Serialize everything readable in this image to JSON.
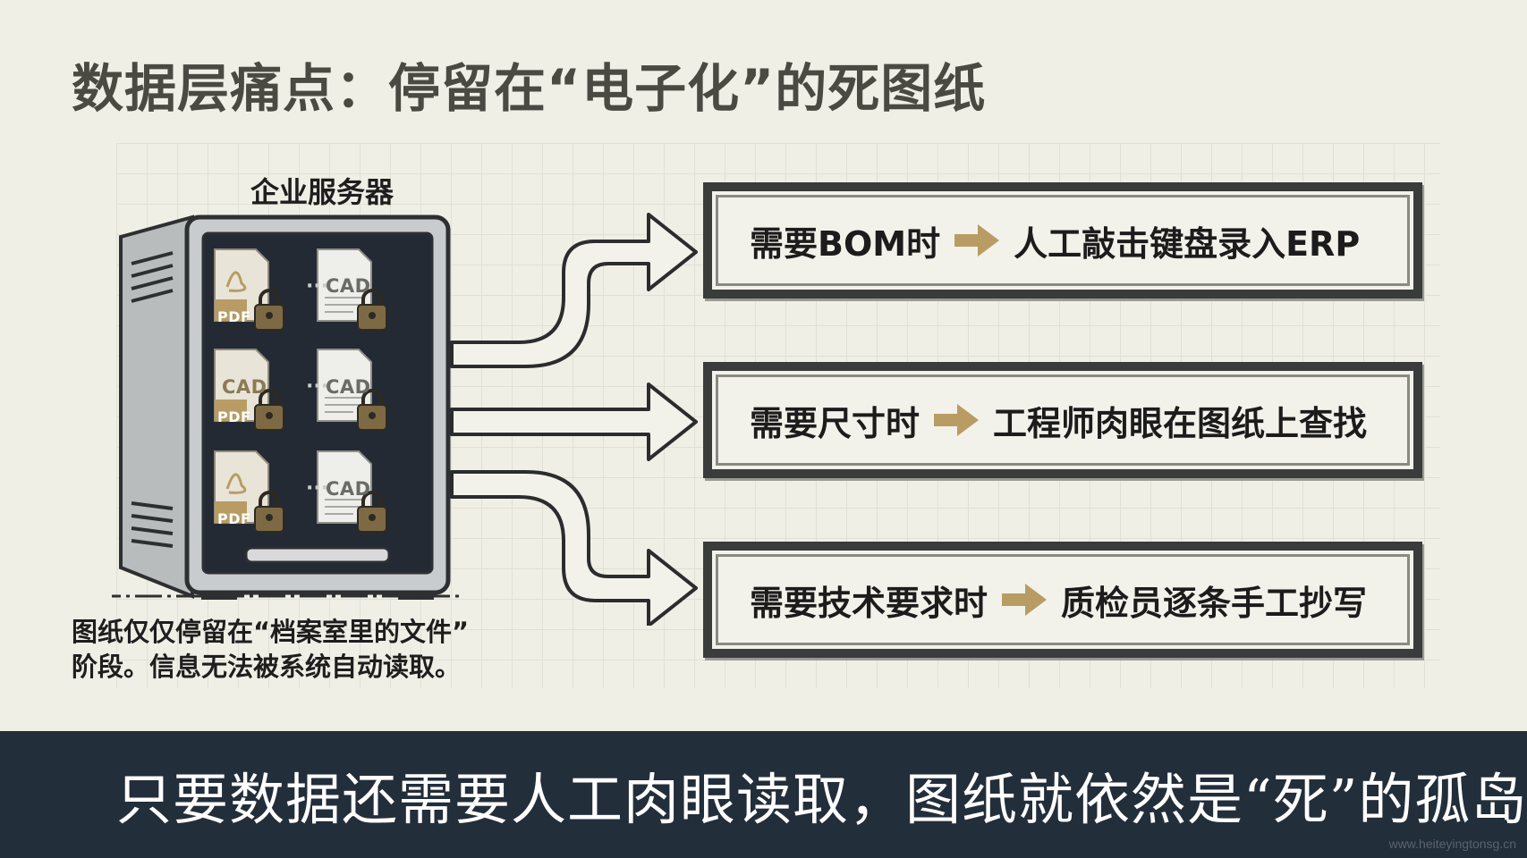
{
  "title": "数据层痛点：停留在“电子化”的死图纸",
  "server": {
    "label": "企业服务器",
    "slots": [
      {
        "icon": "pdf-document-icon",
        "text": "PDF"
      },
      {
        "icon": "cad-document-icon",
        "text": "CAD"
      },
      {
        "icon": "cad-pdf-document-icon",
        "text": "CAD",
        "subtext": "PDF"
      },
      {
        "icon": "cad-document-icon",
        "text": "CAD"
      },
      {
        "icon": "pdf-document-icon",
        "text": "PDF"
      },
      {
        "icon": "cad-document-icon",
        "text": "CAD"
      }
    ],
    "ellipsis": "···"
  },
  "caption": {
    "line1": "图纸仅仅停留在“档案室里的文件”",
    "line2": "阶段。信息无法被系统自动读取。"
  },
  "scenarios": [
    {
      "need": "需要BOM时",
      "consequence": "人工敲击键盘录入ERP"
    },
    {
      "need": "需要尺寸时",
      "consequence": "工程师肉眼在图纸上查找"
    },
    {
      "need": "需要技术要求时",
      "consequence": "质检员逐条手工抄写"
    }
  ],
  "banner": "只要数据还需要人工肉眼读取，图纸就依然是“死”的孤岛。",
  "watermark": "www.heiteyingtonsg.cn",
  "colors": {
    "background": "#f0efe6",
    "banner": "#232e3b",
    "gold": "#b89c63",
    "box_border": "#3a3c3b"
  }
}
